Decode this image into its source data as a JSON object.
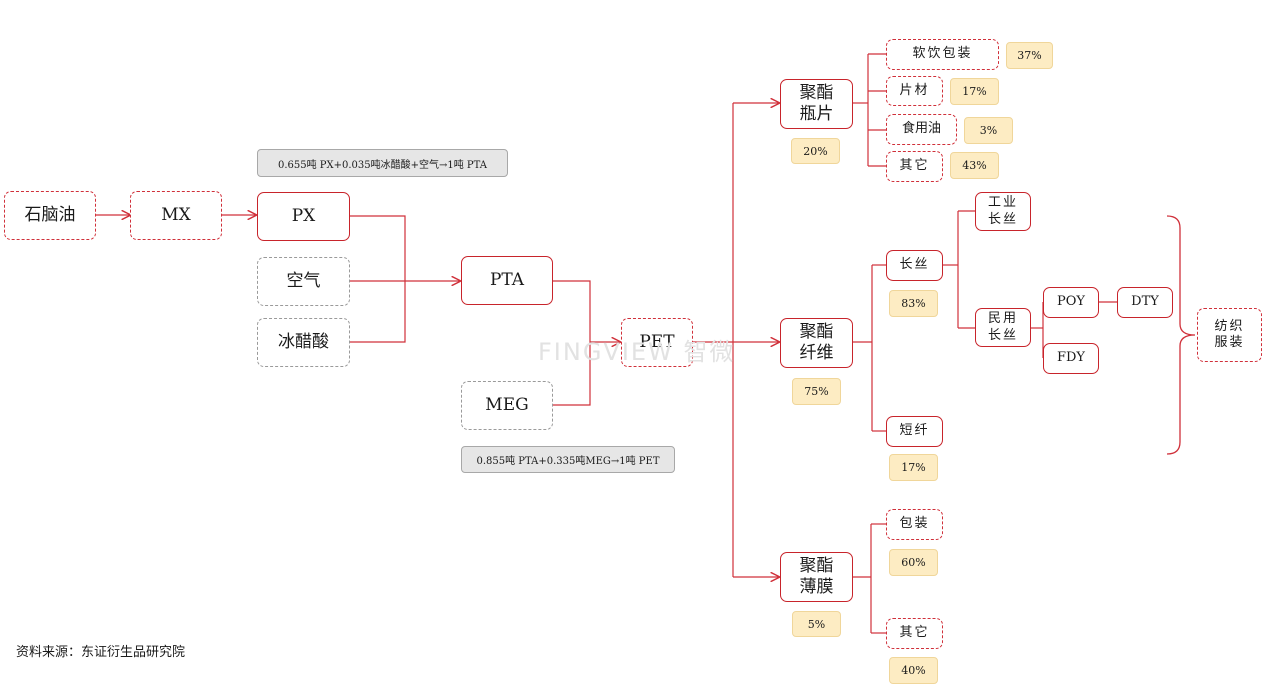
{
  "nodes": {
    "naphtha": "石脑油",
    "mx": "MX",
    "px": "PX",
    "air": "空气",
    "acetic": "冰醋酸",
    "pta": "PTA",
    "meg": "MEG",
    "pet": "PET",
    "bottle": "聚酯\n瓶片",
    "fiber": "聚酯\n纤维",
    "film": "聚酯\n薄膜",
    "soft_drink": "软饮包装",
    "sheet": "片材",
    "edible_oil": "食用油",
    "bottle_other": "其它",
    "filament": "长丝",
    "industrial_filament": "工业\n长丝",
    "civil_filament": "民用\n长丝",
    "poy": "POY",
    "dty": "DTY",
    "fdy": "FDY",
    "staple": "短纤",
    "textile": "纺织\n服装",
    "packaging": "包装",
    "film_other": "其它"
  },
  "percentages": {
    "bottle": "20%",
    "fiber": "75%",
    "film": "5%",
    "soft_drink": "37%",
    "sheet": "17%",
    "edible_oil": "3%",
    "bottle_other": "43%",
    "filament": "83%",
    "staple": "17%",
    "packaging": "60%",
    "film_other": "40%"
  },
  "formulas": {
    "pta": "0.655吨 PX+0.035吨冰醋酸+空气→1吨 PTA",
    "pet": "0.855吨 PTA+0.335吨MEG→1吨 PET"
  },
  "watermark": "FINGVIEW 智微",
  "source": "资料来源：东证衍生品研究院",
  "colors": {
    "line": "#d0303a",
    "border": "#c8242b",
    "pct_fill": "#fdecc3",
    "formula_fill": "#e6e6e6"
  }
}
